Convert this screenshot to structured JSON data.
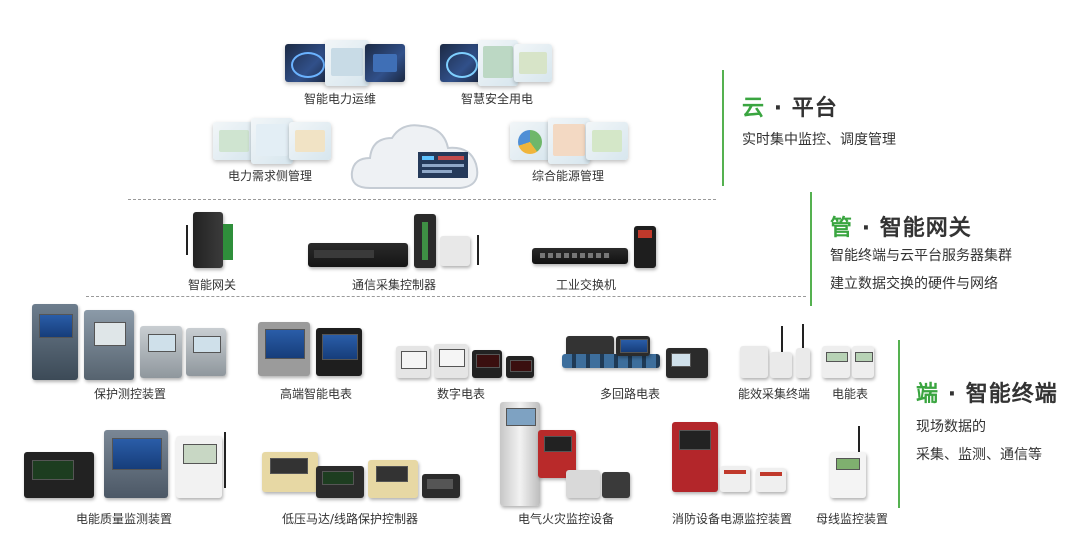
{
  "tiers": {
    "cloud": {
      "title_char": "云",
      "title_rest": "平台",
      "desc": [
        "实时集中监控、调度管理"
      ]
    },
    "gateway": {
      "title_char": "管",
      "title_rest": "智能网关",
      "desc": [
        "智能终端与云平台服务器集群",
        "建立数据交换的硬件与网络"
      ]
    },
    "terminal": {
      "title_char": "端",
      "title_rest": "智能终端",
      "desc": [
        "现场数据的",
        "采集、监测、通信等"
      ]
    }
  },
  "separator": "·",
  "cloud_items": [
    "智能电力运维",
    "智慧安全用电",
    "电力需求侧管理",
    "综合能源管理"
  ],
  "gateway_items": [
    "智能网关",
    "通信采集控制器",
    "工业交换机"
  ],
  "terminal_row1": [
    "保护测控装置",
    "高端智能电表",
    "数字电表",
    "多回路电表",
    "能效采集终端",
    "电能表"
  ],
  "terminal_row2": [
    "电能质量监测装置",
    "低压马达/线路保护控制器",
    "电气火灾监控设备",
    "消防设备电源监控装置",
    "母线监控装置"
  ],
  "colors": {
    "accent": "#3aa540",
    "bar": "#55b150",
    "text": "#333333",
    "divider": "#9a9a9a"
  },
  "icons": [
    "cloud-icon",
    "antenna-icon"
  ]
}
